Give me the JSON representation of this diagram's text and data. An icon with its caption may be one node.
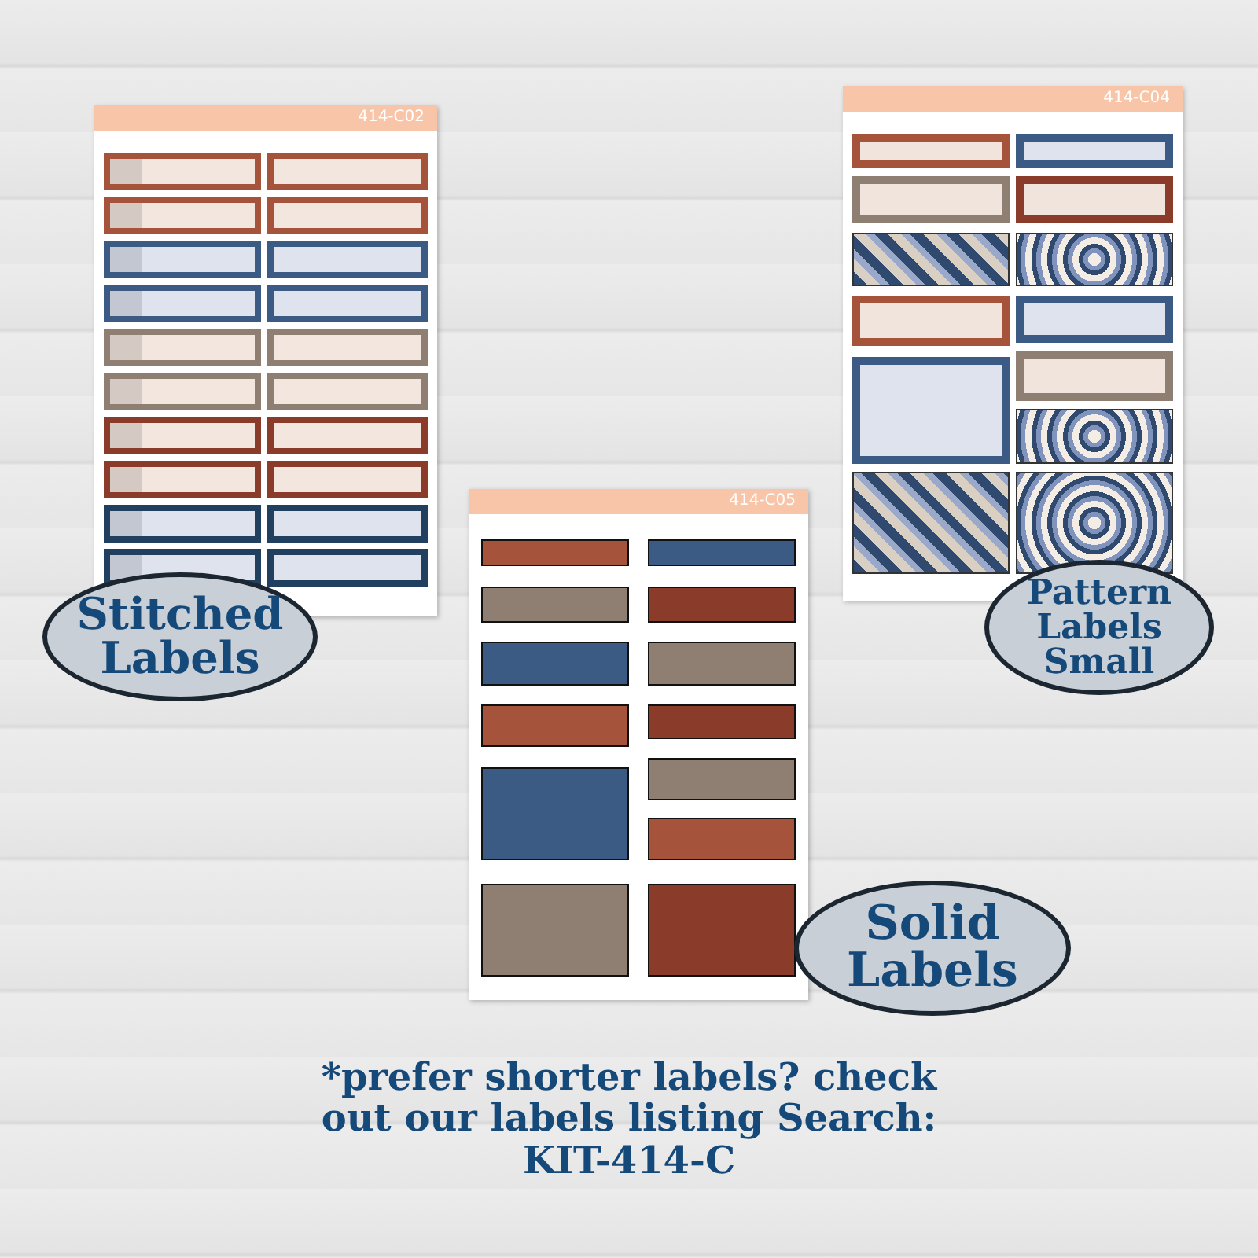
{
  "diagram": {
    "labels": [
      "414-C02",
      "414-C04",
      "414-C05",
      "Stitched Labels",
      "Pattern Labels Small",
      "Solid Labels",
      "*prefer shorter labels? check out our labels listing Search: KIT-414-C"
    ]
  }
}
